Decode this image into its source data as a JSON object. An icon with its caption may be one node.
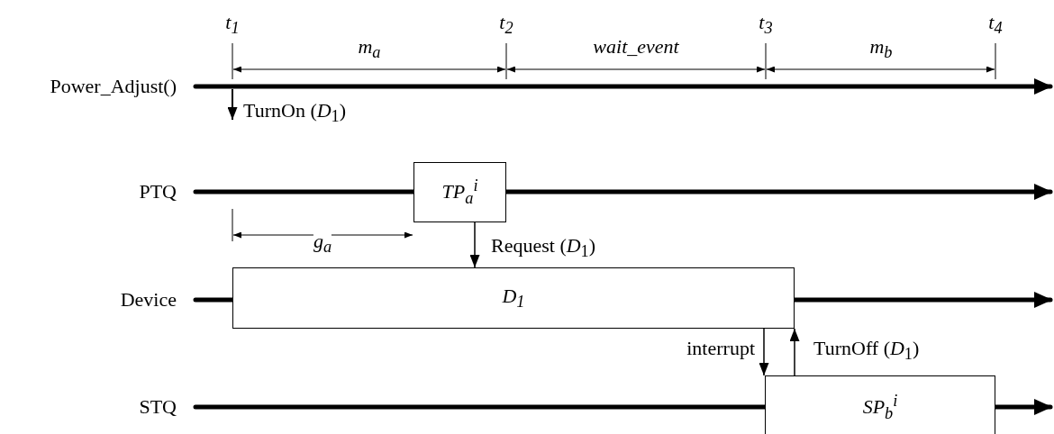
{
  "diagram": {
    "nodes": [
      {
        "text": [
          "Power_Adjust()"
        ]
      },
      {
        "text": [
          "PTQ"
        ]
      },
      {
        "text": [
          "TP$_{a}$$^{i}$"
        ]
      },
      {
        "text": [
          "Device"
        ]
      },
      {
        "text": [
          "D$_{1}$"
        ]
      },
      {
        "text": [
          "STQ"
        ]
      },
      {
        "text": [
          "SP$_{b}$$^{i}$"
        ]
      }
    ],
    "edges": [
      {
        "from": 0,
        "to": null,
        "arrow": "to",
        "label": "TurnOn (*D*$_{1}$)"
      },
      {
        "from": 2,
        "to": 4,
        "arrow": "to",
        "label": "Request (*D*$_{1}$)"
      },
      {
        "from": 4,
        "to": 6,
        "arrow": "to",
        "label": "interrupt"
      },
      {
        "from": 6,
        "to": 4,
        "arrow": "to",
        "label": "TurnOff (*D*$_{1}$)"
      }
    ],
    "labels": [
      "t$_{1}$",
      "t$_{2}$",
      "t$_{3}$",
      "t$_{4}$",
      "m$_{a}$",
      "wait_event",
      "m$_{b}$",
      "g$_{a}$"
    ]
  }
}
